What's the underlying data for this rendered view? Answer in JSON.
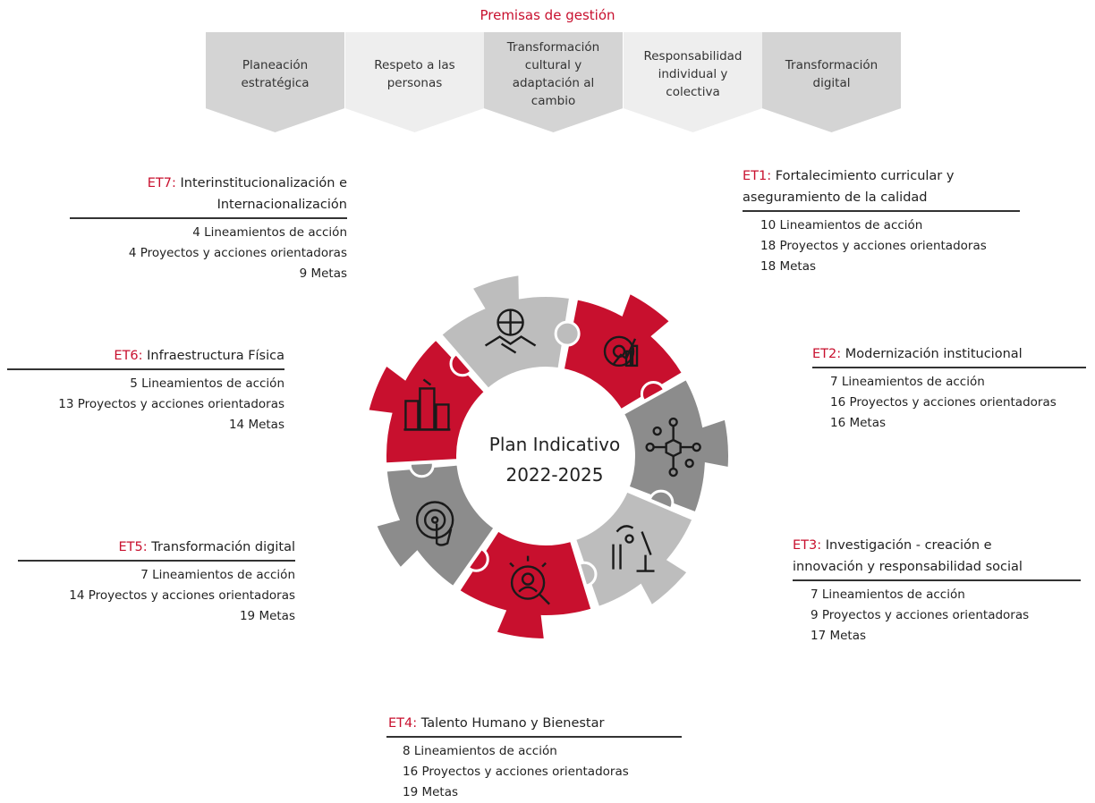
{
  "premisas": {
    "title": "Premisas de gestión",
    "items": [
      {
        "label": "Planeación estratégica"
      },
      {
        "label": "Respeto a las personas"
      },
      {
        "label": "Transformación cultural y adaptación al cambio"
      },
      {
        "label": "Responsabilidad individual y colectiva"
      },
      {
        "label": "Transformación digital"
      }
    ]
  },
  "center": {
    "line1": "Plan Indicativo",
    "line2": "2022-2025"
  },
  "colors": {
    "accent": "#c8102e",
    "gray_light": "#bdbdbd",
    "gray_dark": "#8c8c8c"
  },
  "ejes": {
    "et1": {
      "code": "ET1:",
      "title_a": "Fortalecimiento curricular y",
      "title_b": "aseguramiento de la calidad",
      "lineamientos": "10 Lineamientos de acción",
      "proyectos": "18 Proyectos y acciones orientadoras",
      "metas": "18 Metas",
      "icon": "gear-chart-icon"
    },
    "et2": {
      "code": "ET2:",
      "title_a": "Modernización institucional",
      "lineamientos": "7 Lineamientos de acción",
      "proyectos": "16 Proyectos y acciones orientadoras",
      "metas": "16 Metas",
      "icon": "network-cube-icon"
    },
    "et3": {
      "code": "ET3:",
      "title_a": "Investigación - creación e",
      "title_b": "innovación y responsabilidad social",
      "lineamientos": "7 Lineamientos de acción",
      "proyectos": "9 Proyectos y acciones orientadoras",
      "metas": "17 Metas",
      "icon": "lab-microscope-icon"
    },
    "et4": {
      "code": "ET4:",
      "title_a": "Talento Humano y Bienestar",
      "lineamientos": "8 Lineamientos de acción",
      "proyectos": "16 Proyectos y acciones orientadoras",
      "metas": "19 Metas",
      "icon": "person-search-icon"
    },
    "et5": {
      "code": "ET5:",
      "title_a": "Transformación digital",
      "lineamientos": "7 Lineamientos de acción",
      "proyectos": "14 Proyectos y acciones orientadoras",
      "metas": "19 Metas",
      "icon": "touch-target-icon"
    },
    "et6": {
      "code": "ET6:",
      "title_a": "Infraestructura Física",
      "lineamientos": "5 Lineamientos de acción",
      "proyectos": "13 Proyectos y acciones orientadoras",
      "metas": "14 Metas",
      "icon": "buildings-icon"
    },
    "et7": {
      "code": "ET7:",
      "title_a": "Interinstitucionalización e",
      "title_b": "Internacionalización",
      "lineamientos": "4 Lineamientos de acción",
      "proyectos": "4 Proyectos y acciones orientadoras",
      "metas": "9 Metas",
      "icon": "globe-handshake-icon"
    }
  }
}
